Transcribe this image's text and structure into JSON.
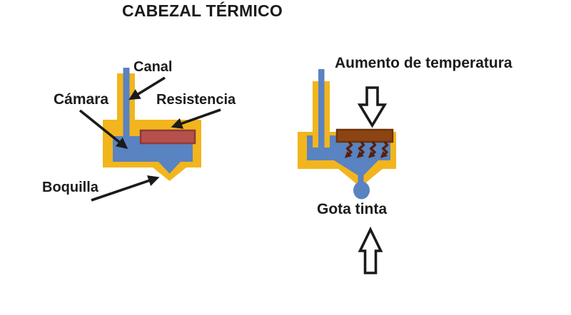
{
  "title": "CABEZAL TÉRMICO",
  "colors": {
    "background": "#FFFFFF",
    "body_yellow": "#F2B51D",
    "ink_blue": "#5983C1",
    "resistor_cold_fill": "#B5504C",
    "resistor_cold_border": "#8E3A38",
    "resistor_hot_fill": "#8C4512",
    "resistor_hot_border": "#6E3109",
    "heat_wave": "#5A1F0A",
    "arrow_black": "#1B1B1B",
    "hollow_arrow_fill": "#FFFFFF",
    "label_text": "#1B1B1B"
  },
  "left_diagram": {
    "labels": {
      "canal": "Canal",
      "camara": "Cámara",
      "resistencia": "Resistencia",
      "boquilla": "Boquilla"
    }
  },
  "right_diagram": {
    "labels": {
      "aumento": "Aumento de temperatura",
      "gota": "Gota tinta"
    },
    "icons": {
      "temperature_arrow": "hollow-down-arrow",
      "ejection_arrow": "hollow-up-arrow"
    }
  }
}
